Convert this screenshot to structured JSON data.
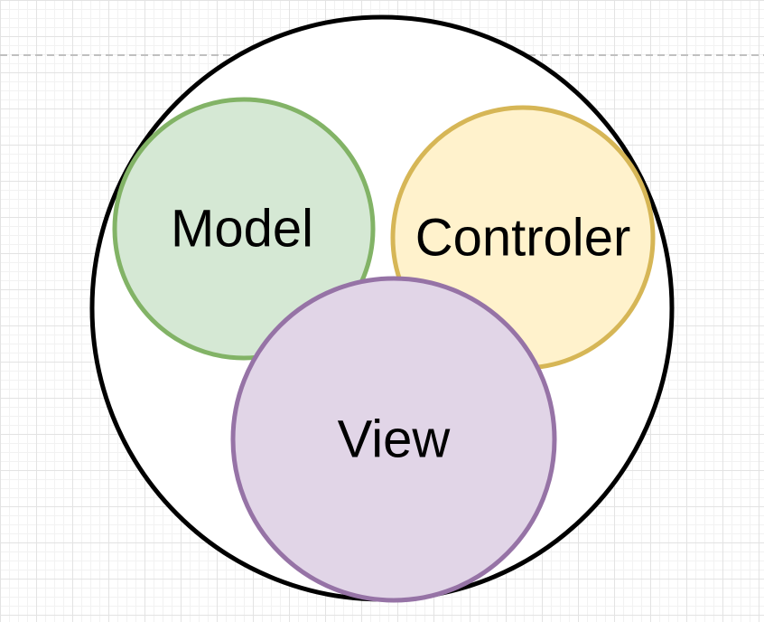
{
  "diagram": {
    "nodes": {
      "model": {
        "label": "Model",
        "fill": "#d5e8d4",
        "stroke": "#82b366"
      },
      "controller": {
        "label": "Controler",
        "fill": "#fff2cc",
        "stroke": "#d6b656"
      },
      "view": {
        "label": "View",
        "fill": "#e1d5e7",
        "stroke": "#9673a6"
      }
    },
    "container": {
      "fill": "#ffffff",
      "stroke": "#000000"
    },
    "page_break_color": "#c0c0c0"
  }
}
